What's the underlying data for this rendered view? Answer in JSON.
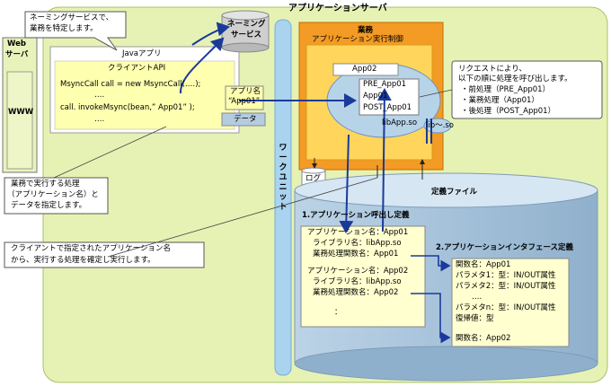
{
  "web_server": {
    "title_line1": "Web",
    "title_line2": "サーバ",
    "www": "WWW"
  },
  "app_server": {
    "title": "アプリケーションサーバ"
  },
  "naming_service": {
    "line1": "ネーミング",
    "line2": "サービス"
  },
  "callout_naming": {
    "line1": "ネーミングサービスで、",
    "line2": "業務を特定します。"
  },
  "java_app": {
    "title": "Javaアプリ",
    "client_api": "クライアントAPI",
    "code_line1": "MsyncCall call = new MsyncCall(‥‥);",
    "code_dots1": "‥‥",
    "code_line2": "call. invokeMsync(bean,” App01” );",
    "code_dots2": "‥‥"
  },
  "app_name_box": {
    "line1": "アプリ名",
    "line2": "“App01”"
  },
  "data_label": "データ",
  "callout_client": {
    "line1": "業務で実行する処理",
    "line2": "（アプリケーション名）と",
    "line3": "データを指定します。"
  },
  "callout_server": {
    "line1": "クライアントで指定されたアプリケーション名",
    "line2": "から、実行する処理を確定し実行します。"
  },
  "work_unit": "ワークユニット",
  "gyomu": {
    "title": "業務",
    "control_title": "アプリケーション実行制御",
    "app02": "App02",
    "pre": "PRE_App01",
    "app01": "App01",
    "post": "POST_App01",
    "libapp": "libApp.so",
    "lib_other": "lib～.so"
  },
  "log_label": "ログ",
  "callout_request": {
    "line1": "リクエストにより、",
    "line2": "以下の順に処理を呼び出します。",
    "item1": "・前処理（PRE_App01）",
    "item2": "・業務処理（App01）",
    "item3": "・後処理（POST_App01）"
  },
  "def_file": {
    "title": "定義ファイル"
  },
  "app_def": {
    "title": "1.アプリケーション呼出し定義",
    "a1_name": "アプリケーション名：App01",
    "a1_lib": "ライブラリ名：libApp.so",
    "a1_func": "業務処理関数名：App01",
    "a2_name": "アプリケーション名：App02",
    "a2_lib": "ライブラリ名：libApp.so",
    "a2_func": "業務処理関数名：App02",
    "dots": "："
  },
  "iface_def": {
    "title": "2.アプリケーションインタフェース定義",
    "f1": "関数名：App01",
    "p1": "パラメタ1：型：IN/OUT属性",
    "p2": "パラメタ2：型：IN/OUT属性",
    "dots": "‥‥",
    "pn": "パラメタn：型：IN/OUT属性",
    "ret": "復帰値：型",
    "f2": "関数名：App02"
  }
}
